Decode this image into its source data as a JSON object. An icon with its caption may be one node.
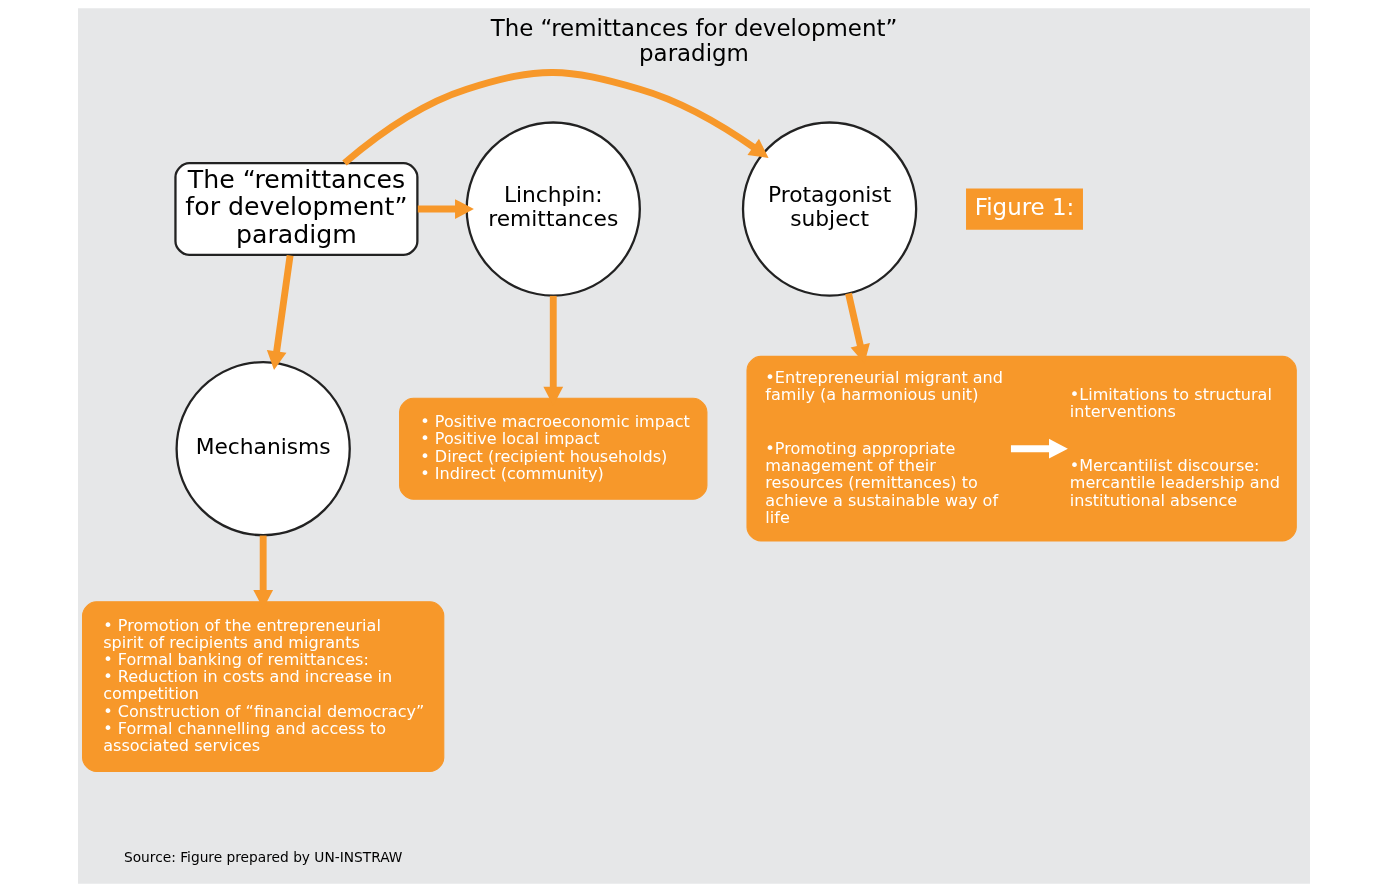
{
  "diagram": {
    "title": "The “remittances for development” paradigm",
    "caption": "Source: Figure prepared by UN-INSTRAW",
    "nodes": [
      {
        "text": [
          "The “remittances for development” paradigm"
        ]
      },
      {
        "text": [
          "Protagonist subject"
        ]
      },
      {
        "text": [
          "Linchpin: remittances"
        ]
      },
      {
        "text": [
          "Mechanisms"
        ]
      },
      {
        "text": [],
        "shape": "box"
      },
      {
        "text": [
          "•Entrepreneurial migrant and family (a harmonious unit)",
          "•Promoting appropriate management of their resources (remittances) to achieve a sustainable way of life"
        ],
        "in": 4
      },
      {
        "text": [
          "•Limitations to structural interventions",
          "•Mercantilist discourse: mercantile leadership and institutional absence"
        ],
        "in": 4
      },
      {
        "text": [
          "• Positive macroeconomic impact",
          "• Positive local impact",
          "• Direct (recipient households)",
          "• Indirect (community)"
        ]
      },
      {
        "text": [
          "• Promotion of the entrepreneurial spirit of recipients and migrants",
          "• Formal banking of remittances:",
          "• Reduction in costs and increase in competition",
          "• Construction of “financial democracy”",
          "• Formal channelling and access to associated services"
        ]
      }
    ],
    "edges": [
      {
        "from": 0,
        "to": 1,
        "arrow": "to"
      },
      {
        "from": 0,
        "to": 2,
        "arrow": "to"
      },
      {
        "from": 0,
        "to": 3,
        "arrow": "to"
      },
      {
        "from": 1,
        "to": 4,
        "arrow": "to"
      },
      {
        "from": 2,
        "to": 7,
        "arrow": "to"
      },
      {
        "from": 3,
        "to": 8,
        "arrow": "to"
      },
      {
        "from": 5,
        "to": 6,
        "arrow": "to",
        "color": "#ffffff"
      }
    ],
    "labels": [
      "Figure 1:"
    ]
  }
}
